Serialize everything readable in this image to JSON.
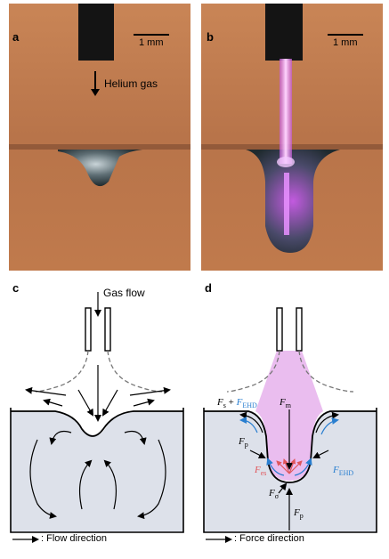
{
  "panels": {
    "a": {
      "label": "a",
      "scale_bar": "1 mm",
      "gas_label": "Helium gas"
    },
    "b": {
      "label": "b",
      "scale_bar": "1 mm"
    },
    "c": {
      "label": "c",
      "gas_flow_label": "Gas flow",
      "legend": ": Flow direction"
    },
    "d": {
      "label": "d",
      "legend": ": Force direction",
      "forces": {
        "fm": "F",
        "fm_sub": "m",
        "fs": "F",
        "fs_sub": "s",
        "plus": " + ",
        "fehd": "F",
        "fehd_sub": "EHD",
        "fp": "F",
        "fp_sub": "p",
        "fes": "F",
        "fes_sub": "es",
        "fsigma": "F",
        "fsigma_sub": "σ"
      }
    }
  },
  "colors": {
    "photo_bg": "#c17a4f",
    "plasma": "#e070f0",
    "liquid": "#dde1ea",
    "plasma_region": "#e6b2ec",
    "ehd_blue": "#2a7fd0",
    "es_red": "#e0565b"
  },
  "icons": [
    "nozzle-icon",
    "arrow-icon"
  ]
}
